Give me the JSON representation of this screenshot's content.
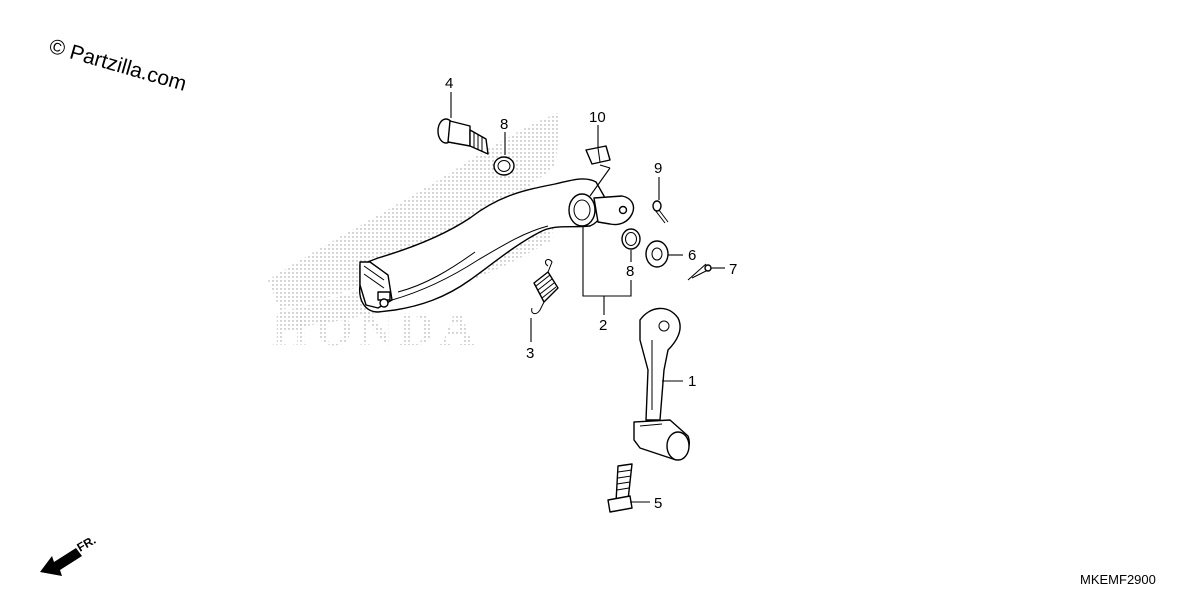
{
  "watermark": {
    "copyright": "© Partzilla.com",
    "brand": "HONDA"
  },
  "diagram_code": "MKEMF2900",
  "direction_indicator": "FR.",
  "callouts": [
    {
      "id": "1",
      "label": "1"
    },
    {
      "id": "2",
      "label": "2"
    },
    {
      "id": "3",
      "label": "3"
    },
    {
      "id": "4",
      "label": "4"
    },
    {
      "id": "5",
      "label": "5"
    },
    {
      "id": "6",
      "label": "6"
    },
    {
      "id": "7",
      "label": "7"
    },
    {
      "id": "8a",
      "label": "8"
    },
    {
      "id": "8b",
      "label": "8"
    },
    {
      "id": "9",
      "label": "9"
    },
    {
      "id": "10",
      "label": "10"
    }
  ],
  "colors": {
    "line": "#000000",
    "watermark_dots": "#9a9a9a",
    "background": "#ffffff"
  }
}
